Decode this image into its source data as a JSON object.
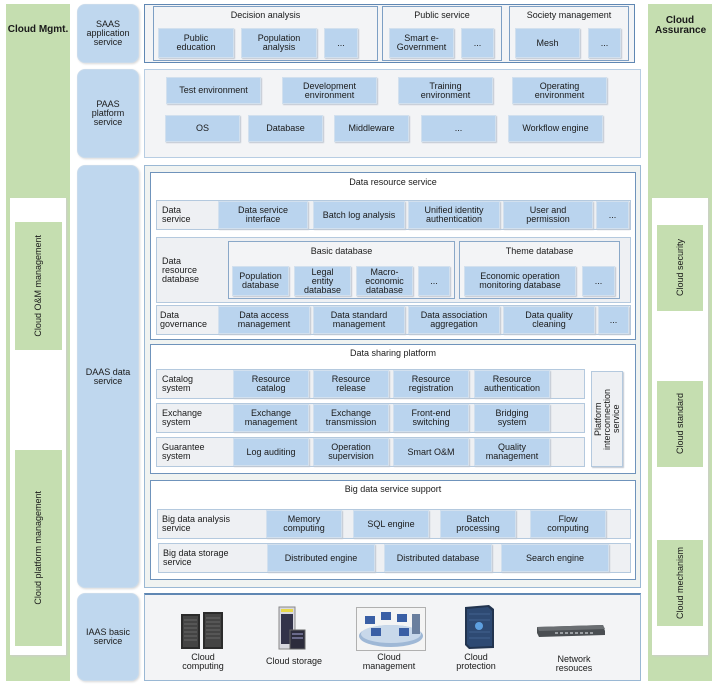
{
  "left_column": {
    "title": "Cloud Mgmt.",
    "items": [
      "Cloud O&M management",
      "Cloud platform management"
    ]
  },
  "right_column": {
    "title": "Cloud Assurance",
    "items": [
      "Cloud security",
      "Cloud standard",
      "Cloud mechanism"
    ]
  },
  "saas": {
    "label": "SAAS application service",
    "groups": [
      {
        "title": "Decision analysis",
        "items": [
          "Public education",
          "Population analysis",
          "..."
        ]
      },
      {
        "title": "Public service",
        "items": [
          "Smart e-Government",
          "..."
        ]
      },
      {
        "title": "Society management",
        "items": [
          "Mesh",
          "..."
        ]
      }
    ]
  },
  "paas": {
    "label": "PAAS platform service",
    "row1": [
      "Test environment",
      "Development environment",
      "Training environment",
      "Operating environment"
    ],
    "row2": [
      "OS",
      "Database",
      "Middleware",
      "...",
      "Workflow engine"
    ]
  },
  "daas": {
    "label": "DAAS data service",
    "data_resource": {
      "title": "Data resource service",
      "data_service": {
        "label": "Data service",
        "items": [
          "Data service interface",
          "Batch log analysis",
          "Unified identity authentication",
          "User and permission",
          "..."
        ]
      },
      "data_resource_db": {
        "label": "Data resource database",
        "basic": {
          "title": "Basic database",
          "items": [
            "Population database",
            "Legal entity database",
            "Macro-economic database",
            "..."
          ]
        },
        "theme": {
          "title": "Theme database",
          "items": [
            "Economic operation monitoring database",
            "..."
          ]
        }
      },
      "governance": {
        "label": "Data governance",
        "items": [
          "Data access management",
          "Data standard management",
          "Data association aggregation",
          "Data quality cleaning",
          "..."
        ]
      }
    },
    "sharing": {
      "title": "Data sharing platform",
      "rows": [
        {
          "label": "Catalog system",
          "items": [
            "Resource catalog",
            "Resource release",
            "Resource registration",
            "Resource authentication"
          ]
        },
        {
          "label": "Exchange system",
          "items": [
            "Exchange management",
            "Exchange transmission",
            "Front-end switching",
            "Bridging system"
          ]
        },
        {
          "label": "Guarantee system",
          "items": [
            "Log auditing",
            "Operation supervision",
            "Smart O&M",
            "Quality management"
          ]
        }
      ],
      "side": "Platform interconnection service"
    },
    "bigdata": {
      "title": "Big data service support",
      "analysis": {
        "label": "Big data analysis service",
        "items": [
          "Memory computing",
          "SQL engine",
          "Batch processing",
          "Flow computing"
        ]
      },
      "storage": {
        "label": "Big data storage service",
        "items": [
          "Distributed engine",
          "Distributed database",
          "Search engine"
        ]
      }
    }
  },
  "iaas": {
    "label": "IAAS basic service",
    "items": [
      {
        "label": "Cloud computing",
        "icon": "server-rack-icon"
      },
      {
        "label": "Cloud storage",
        "icon": "storage-tower-icon"
      },
      {
        "label": "Cloud management",
        "icon": "network-computers-icon"
      },
      {
        "label": "Cloud protection",
        "icon": "protection-server-icon"
      },
      {
        "label": "Network resouces",
        "icon": "network-switch-icon"
      }
    ]
  }
}
